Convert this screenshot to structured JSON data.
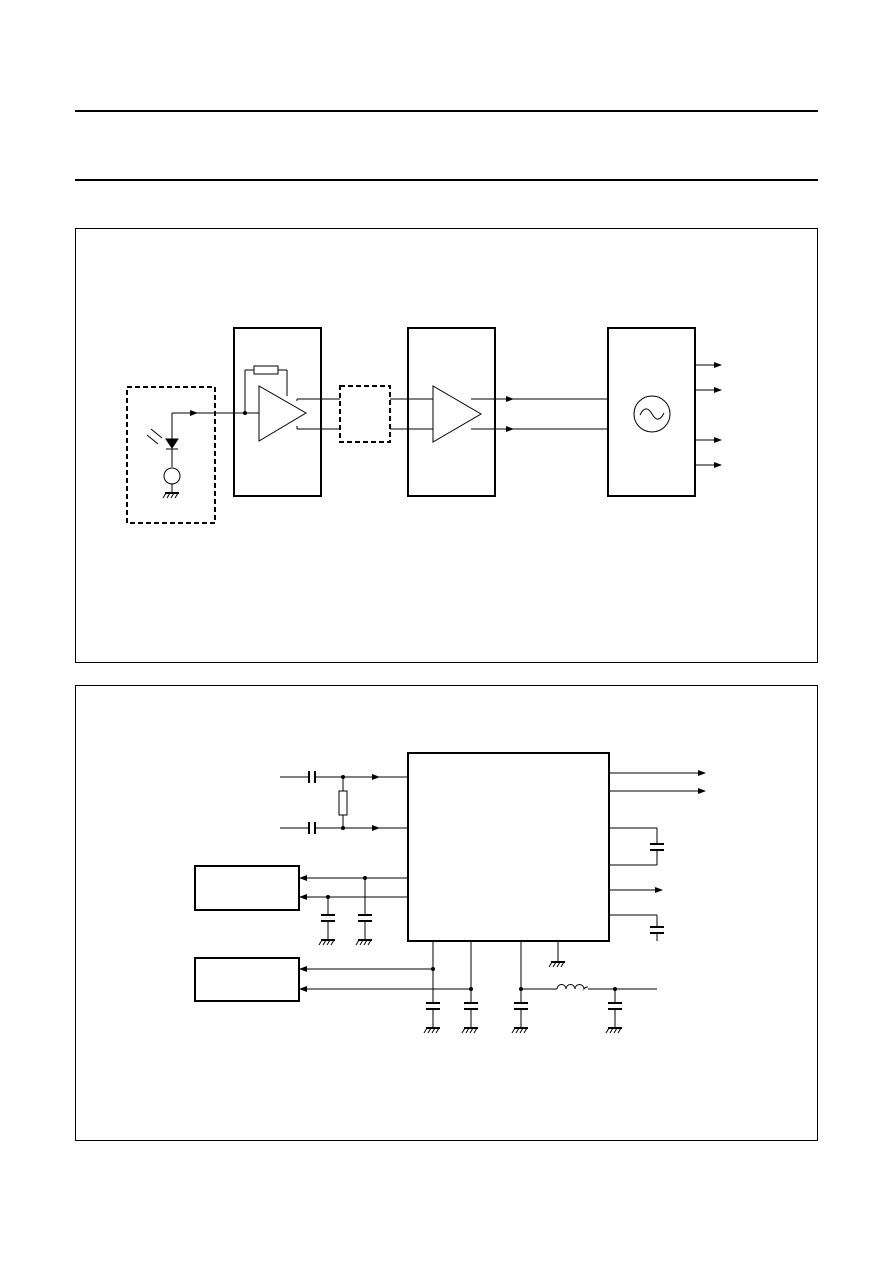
{
  "page": {
    "header_rules": 2
  },
  "figure1": {
    "blocks": [
      {
        "id": "photodiode",
        "kind": "dashed-box",
        "icon": "photodiode-icon"
      },
      {
        "id": "transimpedance-amplifier",
        "kind": "box",
        "icon": "amplifier-icon"
      },
      {
        "id": "optical-filter",
        "kind": "dashed-box"
      },
      {
        "id": "post-amplifier",
        "kind": "box",
        "icon": "amplifier-icon"
      },
      {
        "id": "clock-data-recovery",
        "kind": "box",
        "icon": "oscillator-icon"
      }
    ],
    "output_arrows": 4
  },
  "figure2": {
    "ic_block": "main-ic",
    "side_blocks": 2,
    "input_lines": 2,
    "output_arrows": 3
  }
}
